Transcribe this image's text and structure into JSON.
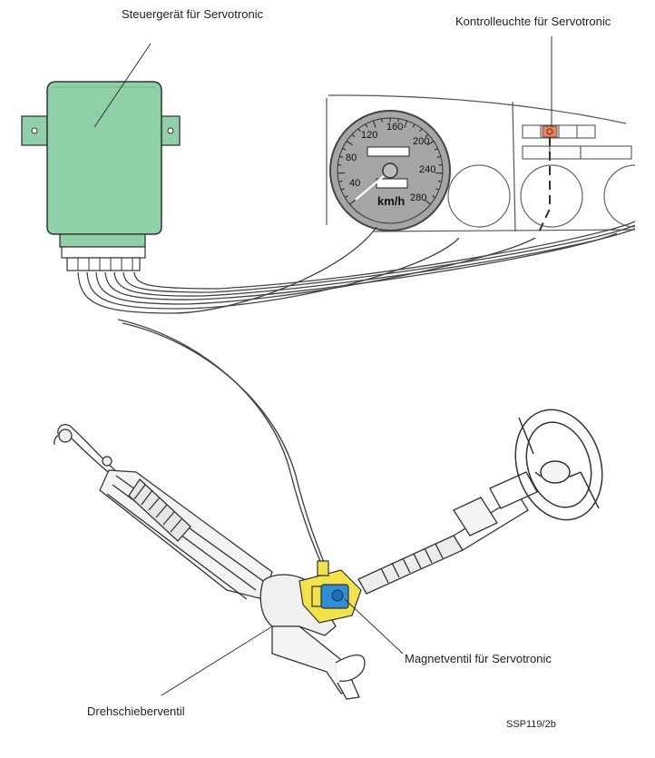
{
  "labels": {
    "control_unit": "Steuergerät für Servotronic",
    "warning_light": "Kontrolleuchte für Servotronic",
    "solenoid_valve": "Magnetventil für Servotronic",
    "rotary_valve": "Drehschieberventil",
    "figure_code": "SSP119/2b"
  },
  "speedometer": {
    "ticks": [
      "40",
      "80",
      "120",
      "160",
      "200",
      "240",
      "280"
    ],
    "unit": "km/h"
  },
  "colors": {
    "control_unit": "#8fd0a8",
    "warning_light": "#e8845a",
    "solenoid_yellow": "#f3e24a",
    "solenoid_blue": "#2f8fd8",
    "gauge_face": "#a5a5a5",
    "line": "#333333"
  }
}
